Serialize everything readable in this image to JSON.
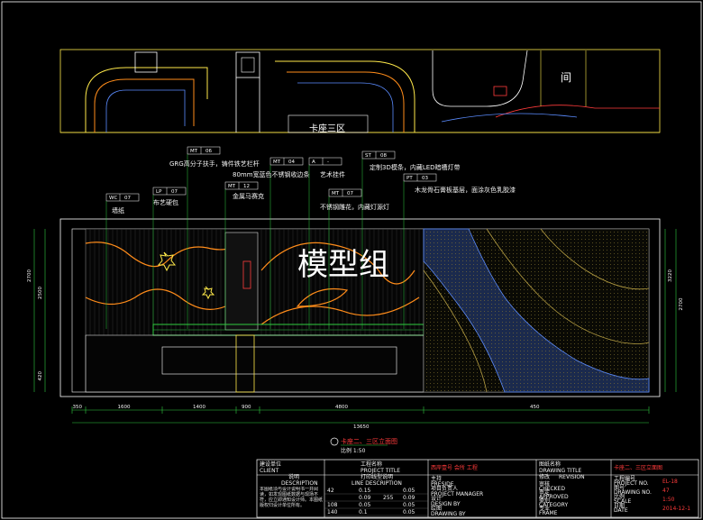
{
  "plan": {
    "area_label": "卡座三区",
    "side_label": "间"
  },
  "callouts": [
    {
      "tag_code": "MT",
      "tag_num": "06",
      "text": "GRG高分子扶手，铸件铁艺栏杆"
    },
    {
      "tag_code": "MT",
      "tag_num": "04",
      "text": "80mm宽蓝色不锈钢收边条"
    },
    {
      "tag_code": "MT",
      "tag_num": "12",
      "text": "金属马赛克"
    },
    {
      "tag_code": "LP",
      "tag_num": "07",
      "text": "布艺硬包"
    },
    {
      "tag_code": "WC",
      "tag_num": "07",
      "text": "墙纸"
    },
    {
      "tag_code": "A",
      "tag_num": "-",
      "text": "艺术挂件"
    },
    {
      "tag_code": "ST",
      "tag_num": "08",
      "text": "定制3D模条，内藏LED暗槽灯带"
    },
    {
      "tag_code": "PT",
      "tag_num": "03",
      "text": "木龙骨石膏板基层，面涂灰色乳胶漆"
    },
    {
      "tag_code": "MT",
      "tag_num": "07",
      "text": "不锈钢雕花，内藏灯源灯"
    }
  ],
  "watermark": "模型组",
  "dims": {
    "bottom": [
      "350",
      "1600",
      "1400",
      "900",
      "4800",
      "450"
    ],
    "overall": "13650",
    "left": [
      "2700",
      "2500",
      "420"
    ],
    "right": [
      "3220",
      "2700"
    ]
  },
  "drawing_title": {
    "name": "卡座二、三区立面图",
    "scale": "比例 1:50"
  },
  "title_block": {
    "client_cn": "建设单位",
    "client_en": "CLIENT",
    "project_cn": "工程名称",
    "project_en": "PROJECT TITLE",
    "project_value": "西岸壹号 会所 工程",
    "drawing_cn": "图纸名称",
    "drawing_en": "DRAWING TITLE",
    "drawing_value": "卡座二、三区立面图",
    "description_cn": "说明",
    "description_en": "DESCRIPTION",
    "notes": "本图纸须与设计说明书一并阅读，如发现图纸数据与现场不符，应立即通知设计师。本图纸版权归设计单位所有。",
    "print_cn": "打印线型说明",
    "print_en": "LINE DESCRIPTION",
    "print_rows": [
      [
        "42",
        "",
        "0.15",
        "",
        "0.05"
      ],
      [
        "",
        "",
        "0.09",
        "255",
        "0.09"
      ],
      [
        "108",
        "",
        "0.05",
        "",
        "0.05"
      ],
      [
        "140",
        "",
        "0.1",
        "",
        "0.05"
      ]
    ],
    "roles": [
      {
        "cn": "主持",
        "en": "PRESIDE"
      },
      {
        "cn": "项目负责人",
        "en": "PROJECT MANAGER"
      },
      {
        "cn": "设计",
        "en": "DESIGN BY"
      },
      {
        "cn": "绘图",
        "en": "DRAWING BY"
      }
    ],
    "review": [
      {
        "cn": "审核",
        "en": "CHECKED"
      },
      {
        "cn": "审定",
        "en": "APPROVED"
      },
      {
        "cn": "类别",
        "en": "CATEGORY"
      },
      {
        "cn": "专业",
        "en": "FRAME"
      }
    ],
    "right_fields": [
      {
        "cn": "工程编号",
        "en": "PROJECT NO.",
        "value": "EL-18"
      },
      {
        "cn": "图号",
        "en": "DRAWING NO.",
        "value": "47"
      },
      {
        "cn": "比例",
        "en": "SCALE",
        "value": "1:50"
      },
      {
        "cn": "日期",
        "en": "DATE",
        "value": "2014-12-1"
      }
    ],
    "revision_cn": "修改",
    "revision_en": "REVISION"
  }
}
